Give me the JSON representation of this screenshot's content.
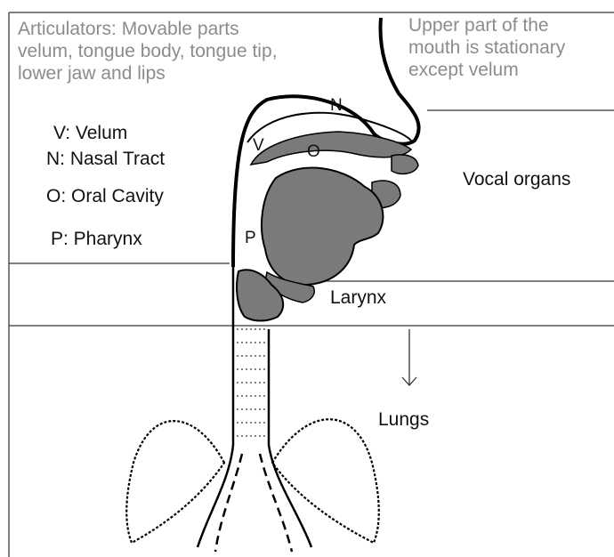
{
  "notes": {
    "articulators": [
      "Articulators: Movable parts",
      "velum, tongue body, tongue tip,",
      "lower jaw and lips"
    ],
    "upper": [
      "Upper part of the",
      "mouth is stationary",
      "except velum"
    ]
  },
  "legend": {
    "v": "V: Velum",
    "n": "N: Nasal Tract",
    "o": "O: Oral Cavity",
    "p": "P: Pharynx"
  },
  "markers": {
    "n": "N",
    "v": "V",
    "o": "O",
    "p": "P"
  },
  "regions": {
    "vocal_organs": "Vocal organs",
    "larynx": "Larynx",
    "lungs": "Lungs"
  },
  "colors": {
    "organ_fill": "#7a7a7a",
    "outline": "#000000",
    "frame": "#555555",
    "grey_text": "#8c8c8c"
  }
}
